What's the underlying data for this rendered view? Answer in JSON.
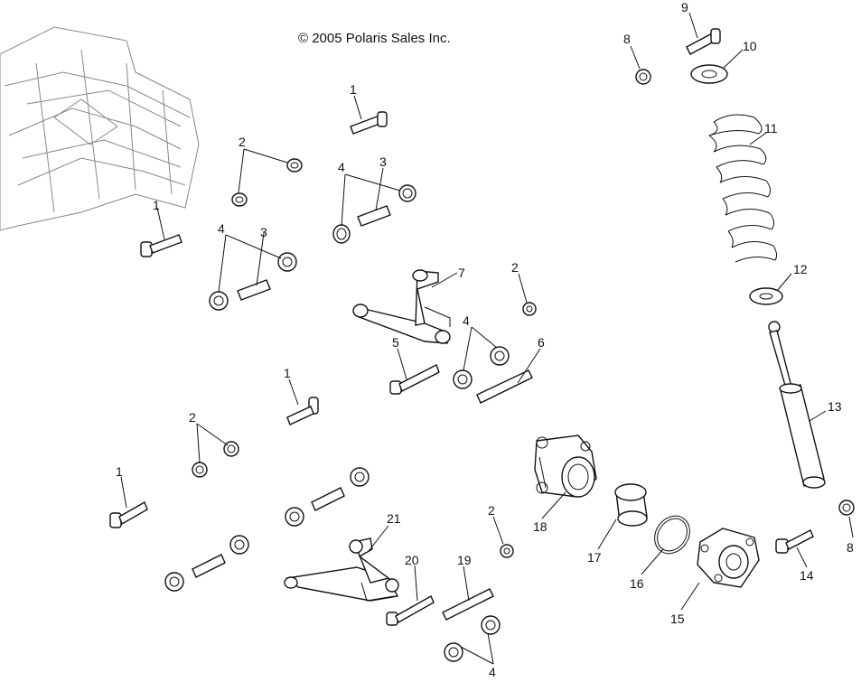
{
  "copyright": "© 2005 Polaris Sales Inc.",
  "callouts": [
    {
      "id": "c1a",
      "text": "1"
    },
    {
      "id": "c1b",
      "text": "1"
    },
    {
      "id": "c1c",
      "text": "1"
    },
    {
      "id": "c1d",
      "text": "1"
    },
    {
      "id": "c2a",
      "text": "2"
    },
    {
      "id": "c2b",
      "text": "2"
    },
    {
      "id": "c2c",
      "text": "2"
    },
    {
      "id": "c2d",
      "text": "2"
    },
    {
      "id": "c3a",
      "text": "3"
    },
    {
      "id": "c3b",
      "text": "3"
    },
    {
      "id": "c4a",
      "text": "4"
    },
    {
      "id": "c4b",
      "text": "4"
    },
    {
      "id": "c4c",
      "text": "4"
    },
    {
      "id": "c4d",
      "text": "4"
    },
    {
      "id": "c5",
      "text": "5"
    },
    {
      "id": "c6",
      "text": "6"
    },
    {
      "id": "c7",
      "text": "7"
    },
    {
      "id": "c8a",
      "text": "8"
    },
    {
      "id": "c8b",
      "text": "8"
    },
    {
      "id": "c9",
      "text": "9"
    },
    {
      "id": "c10",
      "text": "10"
    },
    {
      "id": "c11",
      "text": "11"
    },
    {
      "id": "c12",
      "text": "12"
    },
    {
      "id": "c13",
      "text": "13"
    },
    {
      "id": "c14",
      "text": "14"
    },
    {
      "id": "c15",
      "text": "15"
    },
    {
      "id": "c16",
      "text": "16"
    },
    {
      "id": "c17",
      "text": "17"
    },
    {
      "id": "c18",
      "text": "18"
    },
    {
      "id": "c19",
      "text": "19"
    },
    {
      "id": "c20",
      "text": "20"
    },
    {
      "id": "c21",
      "text": "21"
    }
  ]
}
